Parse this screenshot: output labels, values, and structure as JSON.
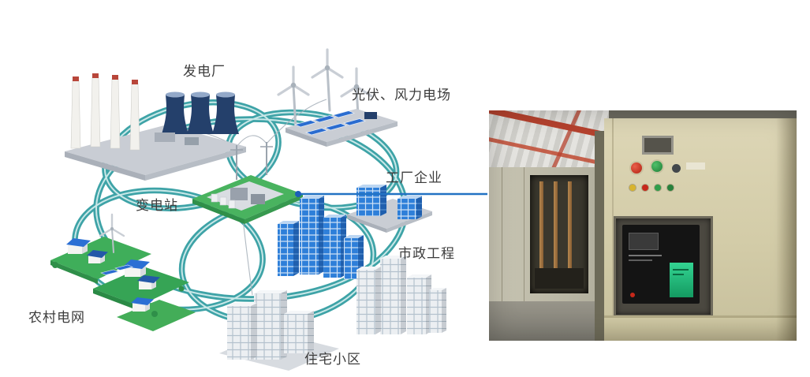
{
  "diagram": {
    "labels": {
      "power_plant": "发电厂",
      "pv_wind_farm": "光伏、风力电场",
      "factory": "工厂企业",
      "substation": "变电站",
      "municipal": "市政工程",
      "rural_grid": "农村电网",
      "residential": "住宅小区"
    },
    "colors": {
      "ring": "#2E9CA0",
      "ring_highlight": "#D9F0F0",
      "connector": "#1F6FC8",
      "building_blue": "#2E7FD9",
      "substation_green": "#3FAE5A",
      "platform_gray": "#C9CDD4",
      "cooling_tower_navy": "#24406B",
      "solar_panel_blue": "#2A6CD0"
    }
  },
  "photo": {
    "name": "switchgear-cabinet-photo",
    "colors": {
      "cabinet_beige": "#D4CDA9",
      "beam_red": "#B5422E",
      "relay_black": "#141414",
      "relay_label_green": "#2FC987",
      "button_red": "#C32415",
      "button_green": "#2F9E4A",
      "pilot_yellow": "#D8B42E"
    }
  }
}
